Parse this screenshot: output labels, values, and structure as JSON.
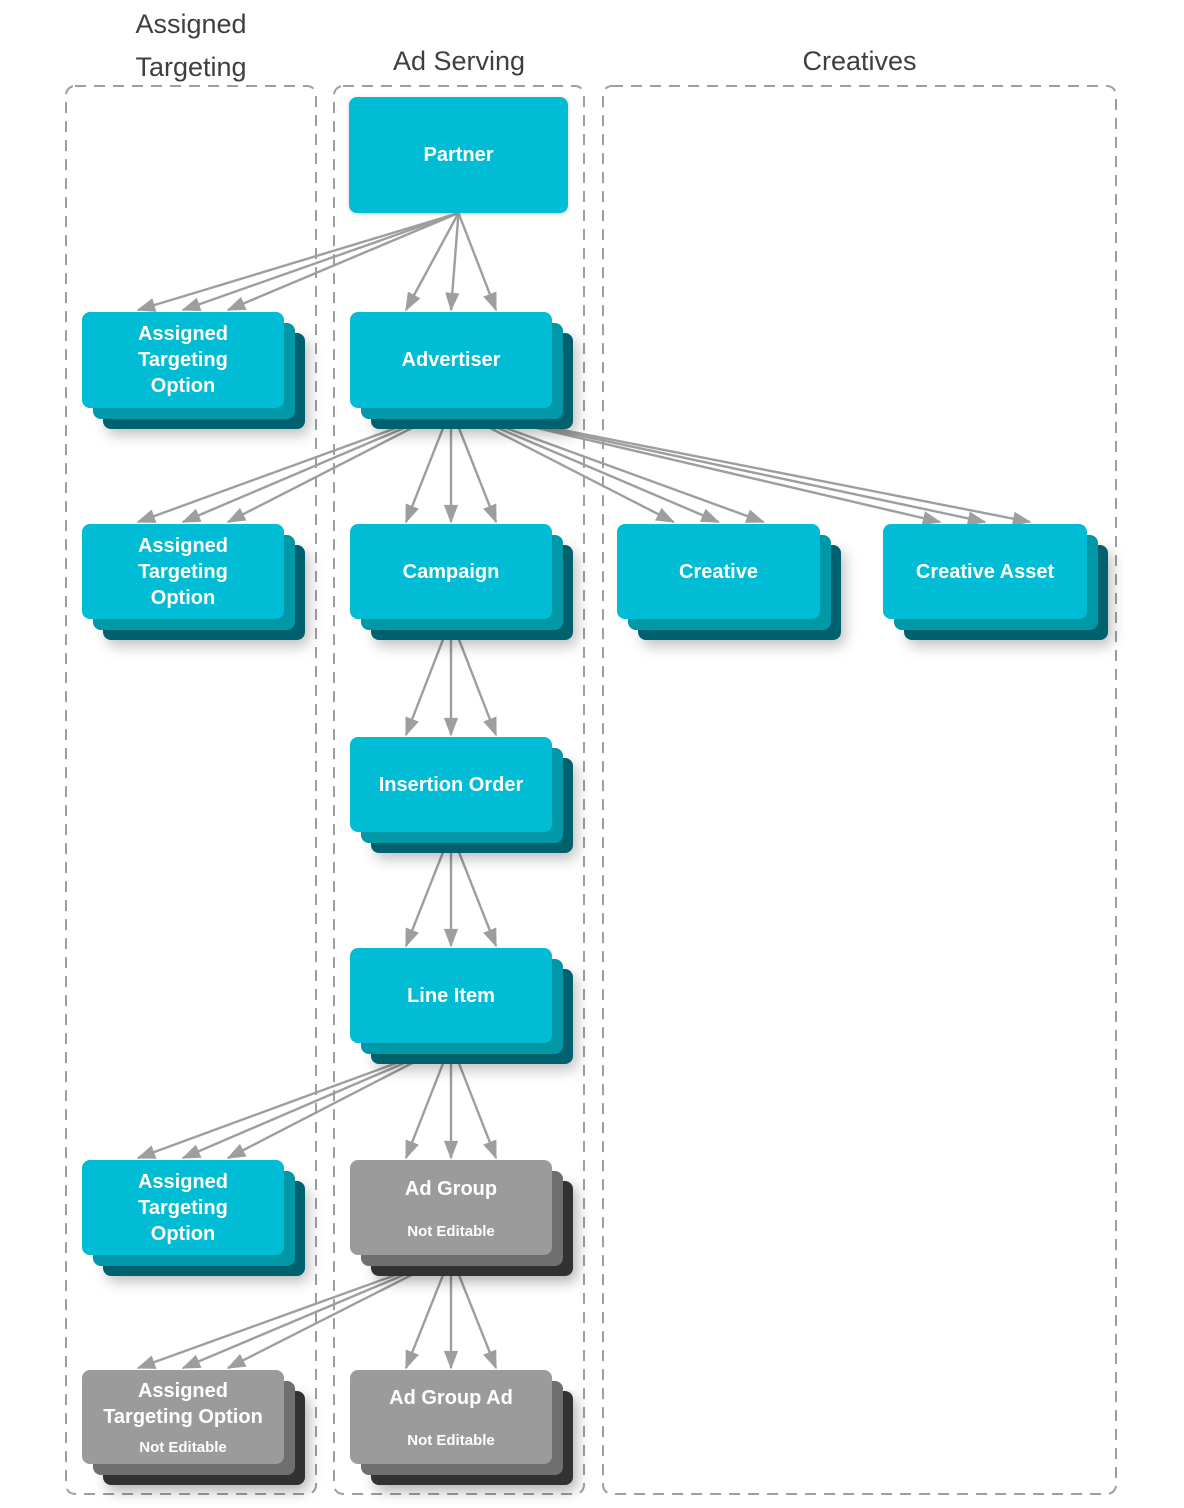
{
  "colors": {
    "node_teal": "#00BCD4",
    "node_teal_mid": "#0097A7",
    "node_teal_back": "#00616E",
    "node_gray": "#9B9B9B",
    "node_gray_mid": "#6F6F6F",
    "node_gray_back": "#323232",
    "arrow": "#9E9E9E",
    "column_border": "#9E9E9E",
    "title_text": "#3C4043",
    "node_text": "#FFFFFF"
  },
  "diagram": {
    "columns": {
      "assigned_targeting": {
        "title": "Assigned\nTargeting"
      },
      "ad_serving": {
        "title": "Ad Serving"
      },
      "creatives": {
        "title": "Creatives"
      }
    },
    "nodes": {
      "partner": {
        "label": "Partner"
      },
      "ato_1": {
        "label": "Assigned\nTargeting\nOption"
      },
      "advertiser": {
        "label": "Advertiser"
      },
      "ato_2": {
        "label": "Assigned\nTargeting\nOption"
      },
      "campaign": {
        "label": "Campaign"
      },
      "creative": {
        "label": "Creative"
      },
      "creative_asset": {
        "label": "Creative Asset"
      },
      "insertion_order": {
        "label": "Insertion Order"
      },
      "line_item": {
        "label": "Line Item"
      },
      "ato_3": {
        "label": "Assigned\nTargeting\nOption"
      },
      "ad_group": {
        "label": "Ad Group",
        "sublabel": "Not Editable"
      },
      "ato_4": {
        "label": "Assigned\nTargeting Option",
        "sublabel": "Not Editable"
      },
      "ad_group_ad": {
        "label": "Ad Group Ad",
        "sublabel": "Not Editable"
      }
    },
    "edges": [
      {
        "from": "partner",
        "to": "ato_1"
      },
      {
        "from": "partner",
        "to": "advertiser"
      },
      {
        "from": "advertiser",
        "to": "ato_2"
      },
      {
        "from": "advertiser",
        "to": "campaign"
      },
      {
        "from": "advertiser",
        "to": "creative"
      },
      {
        "from": "advertiser",
        "to": "creative_asset"
      },
      {
        "from": "campaign",
        "to": "insertion_order"
      },
      {
        "from": "insertion_order",
        "to": "line_item"
      },
      {
        "from": "line_item",
        "to": "ato_3"
      },
      {
        "from": "line_item",
        "to": "ad_group"
      },
      {
        "from": "ad_group",
        "to": "ato_4"
      },
      {
        "from": "ad_group",
        "to": "ad_group_ad"
      }
    ]
  }
}
